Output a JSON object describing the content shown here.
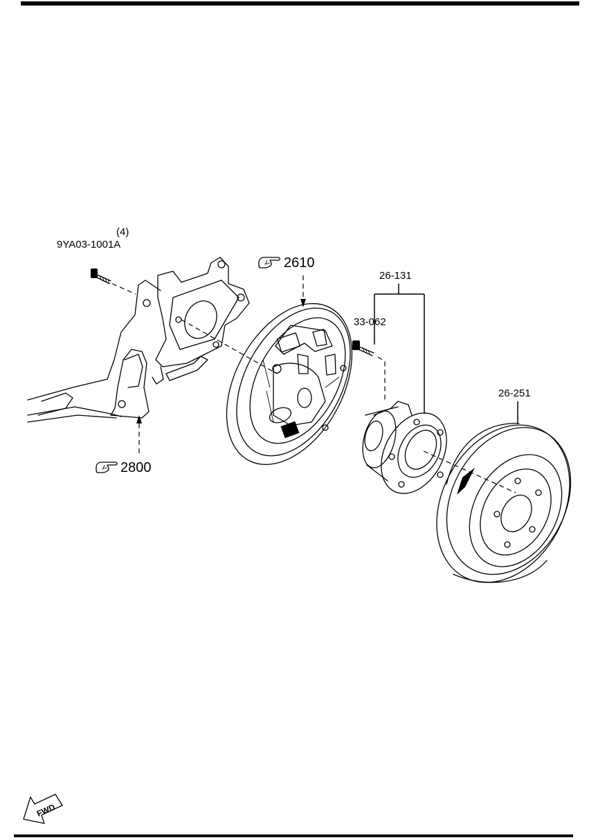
{
  "diagram": {
    "parts": {
      "bolt": {
        "number": "9YA03-1001A",
        "quantity": "(4)"
      },
      "backing_plate_ref": {
        "number": "2610",
        "icon": "hand-pointer-icon"
      },
      "axle_ref": {
        "number": "2800",
        "icon": "hand-pointer-icon"
      },
      "hub_assembly": {
        "number": "26-131"
      },
      "hub_bolt": {
        "number": "33-062"
      },
      "brake_drum": {
        "number": "26-251"
      }
    },
    "direction": {
      "label": "FWD",
      "icon": "arrow-icon"
    }
  }
}
